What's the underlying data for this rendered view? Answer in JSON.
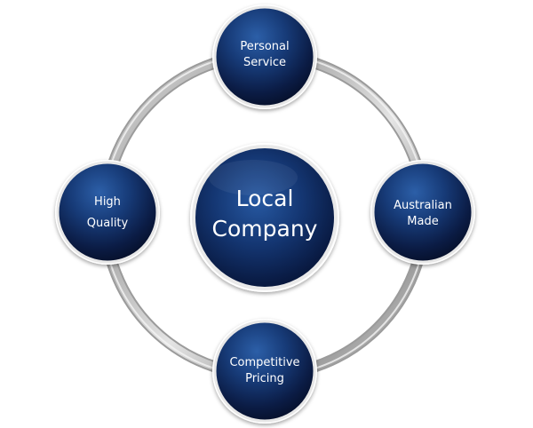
{
  "diagram": {
    "center": {
      "line1": "Local",
      "line2": "Company"
    },
    "nodes": {
      "top": {
        "line1": "Personal",
        "line2": "Service"
      },
      "left": {
        "line1": "High",
        "line2": "Quality"
      },
      "right": {
        "line1": "Australian",
        "line2": "Made"
      },
      "bottom": {
        "line1": "Competitive",
        "line2": "Pricing"
      }
    }
  }
}
